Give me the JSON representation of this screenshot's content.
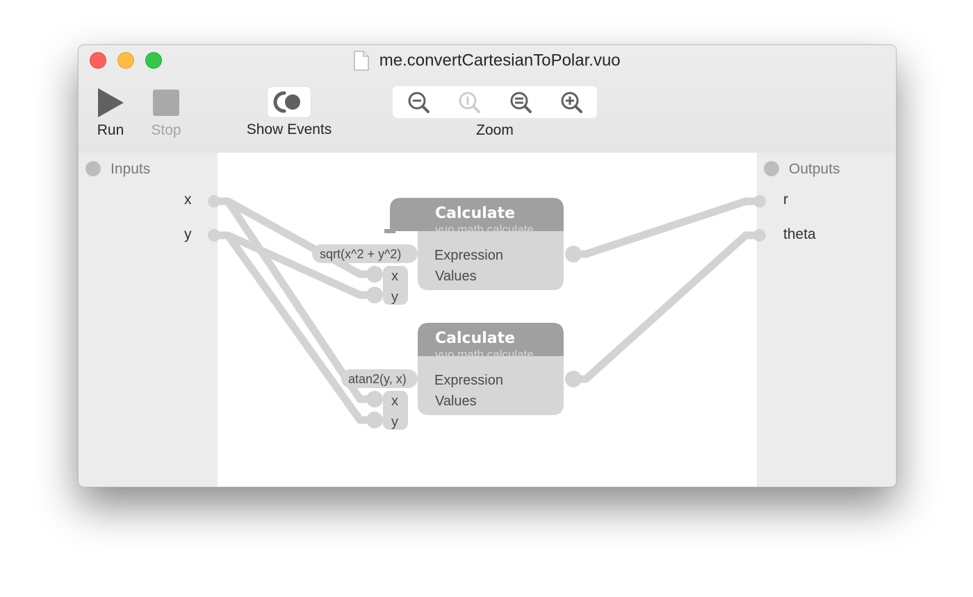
{
  "window": {
    "title": "me.convertCartesianToPolar.vuo"
  },
  "toolbar": {
    "run_label": "Run",
    "stop_label": "Stop",
    "show_events_label": "Show Events",
    "zoom_label": "Zoom",
    "zoom_buttons": [
      "zoom-out-icon",
      "zoom-actual-size-icon",
      "zoom-to-fit-icon",
      "zoom-in-icon"
    ]
  },
  "inputs_panel": {
    "title": "Inputs",
    "ports": [
      "x",
      "y"
    ]
  },
  "outputs_panel": {
    "title": "Outputs",
    "ports": [
      "r",
      "theta"
    ]
  },
  "nodes": [
    {
      "title": "Calculate",
      "class_name": "vuo.math.calculate",
      "expression_label": "Expression",
      "values_label": "Values",
      "expression_constant": "sqrt(x^2 + y^2)",
      "value_ports": [
        "x",
        "y"
      ]
    },
    {
      "title": "Calculate",
      "class_name": "vuo.math.calculate",
      "expression_label": "Expression",
      "values_label": "Values",
      "expression_constant": "atan2(y, x)",
      "value_ports": [
        "x",
        "y"
      ]
    }
  ],
  "colors": {
    "node_header": "#a0a0a0",
    "node_body": "#d6d6d6",
    "cable": "#d3d3d3",
    "close": "#fc605c",
    "minimize": "#fdbc40",
    "zoom": "#34c84a"
  }
}
